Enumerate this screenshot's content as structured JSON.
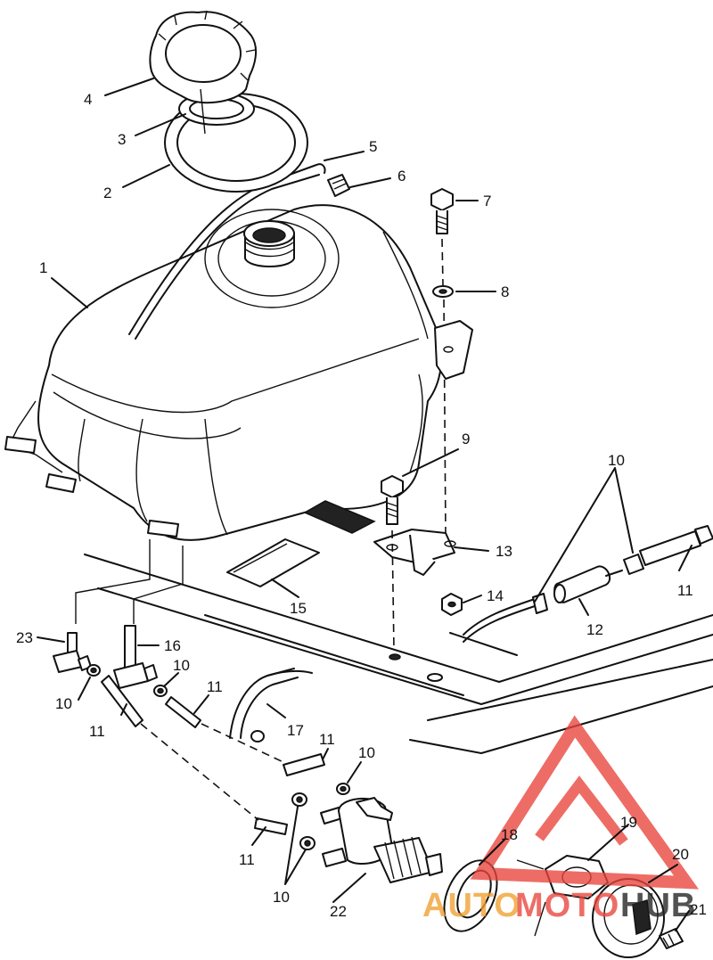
{
  "diagram": {
    "callouts": [
      {
        "id": "c1",
        "text": "1"
      },
      {
        "id": "c2",
        "text": "2"
      },
      {
        "id": "c3",
        "text": "3"
      },
      {
        "id": "c4",
        "text": "4"
      },
      {
        "id": "c5",
        "text": "5"
      },
      {
        "id": "c6",
        "text": "6"
      },
      {
        "id": "c7",
        "text": "7"
      },
      {
        "id": "c8",
        "text": "8"
      },
      {
        "id": "c9",
        "text": "9"
      },
      {
        "id": "c10a",
        "text": "10"
      },
      {
        "id": "c11a",
        "text": "11"
      },
      {
        "id": "c12",
        "text": "12"
      },
      {
        "id": "c13",
        "text": "13"
      },
      {
        "id": "c14",
        "text": "14"
      },
      {
        "id": "c15",
        "text": "15"
      },
      {
        "id": "c23",
        "text": "23"
      },
      {
        "id": "c16",
        "text": "16"
      },
      {
        "id": "c10b",
        "text": "10"
      },
      {
        "id": "c10c",
        "text": "10"
      },
      {
        "id": "c11b",
        "text": "11"
      },
      {
        "id": "c11c",
        "text": "11"
      },
      {
        "id": "c17",
        "text": "17"
      },
      {
        "id": "c11d",
        "text": "11"
      },
      {
        "id": "c10d",
        "text": "10"
      },
      {
        "id": "c11e",
        "text": "11"
      },
      {
        "id": "c10e",
        "text": "10"
      },
      {
        "id": "c22",
        "text": "22"
      },
      {
        "id": "c18",
        "text": "18"
      },
      {
        "id": "c19",
        "text": "19"
      },
      {
        "id": "c20",
        "text": "20"
      },
      {
        "id": "c21",
        "text": "21"
      }
    ]
  },
  "watermark": {
    "text_auto": "AUTO",
    "text_moto": "MOTO",
    "text_hub": "HUB",
    "color_red": "#e8453c",
    "color_orange": "#f0a030",
    "color_dark": "#222222"
  }
}
